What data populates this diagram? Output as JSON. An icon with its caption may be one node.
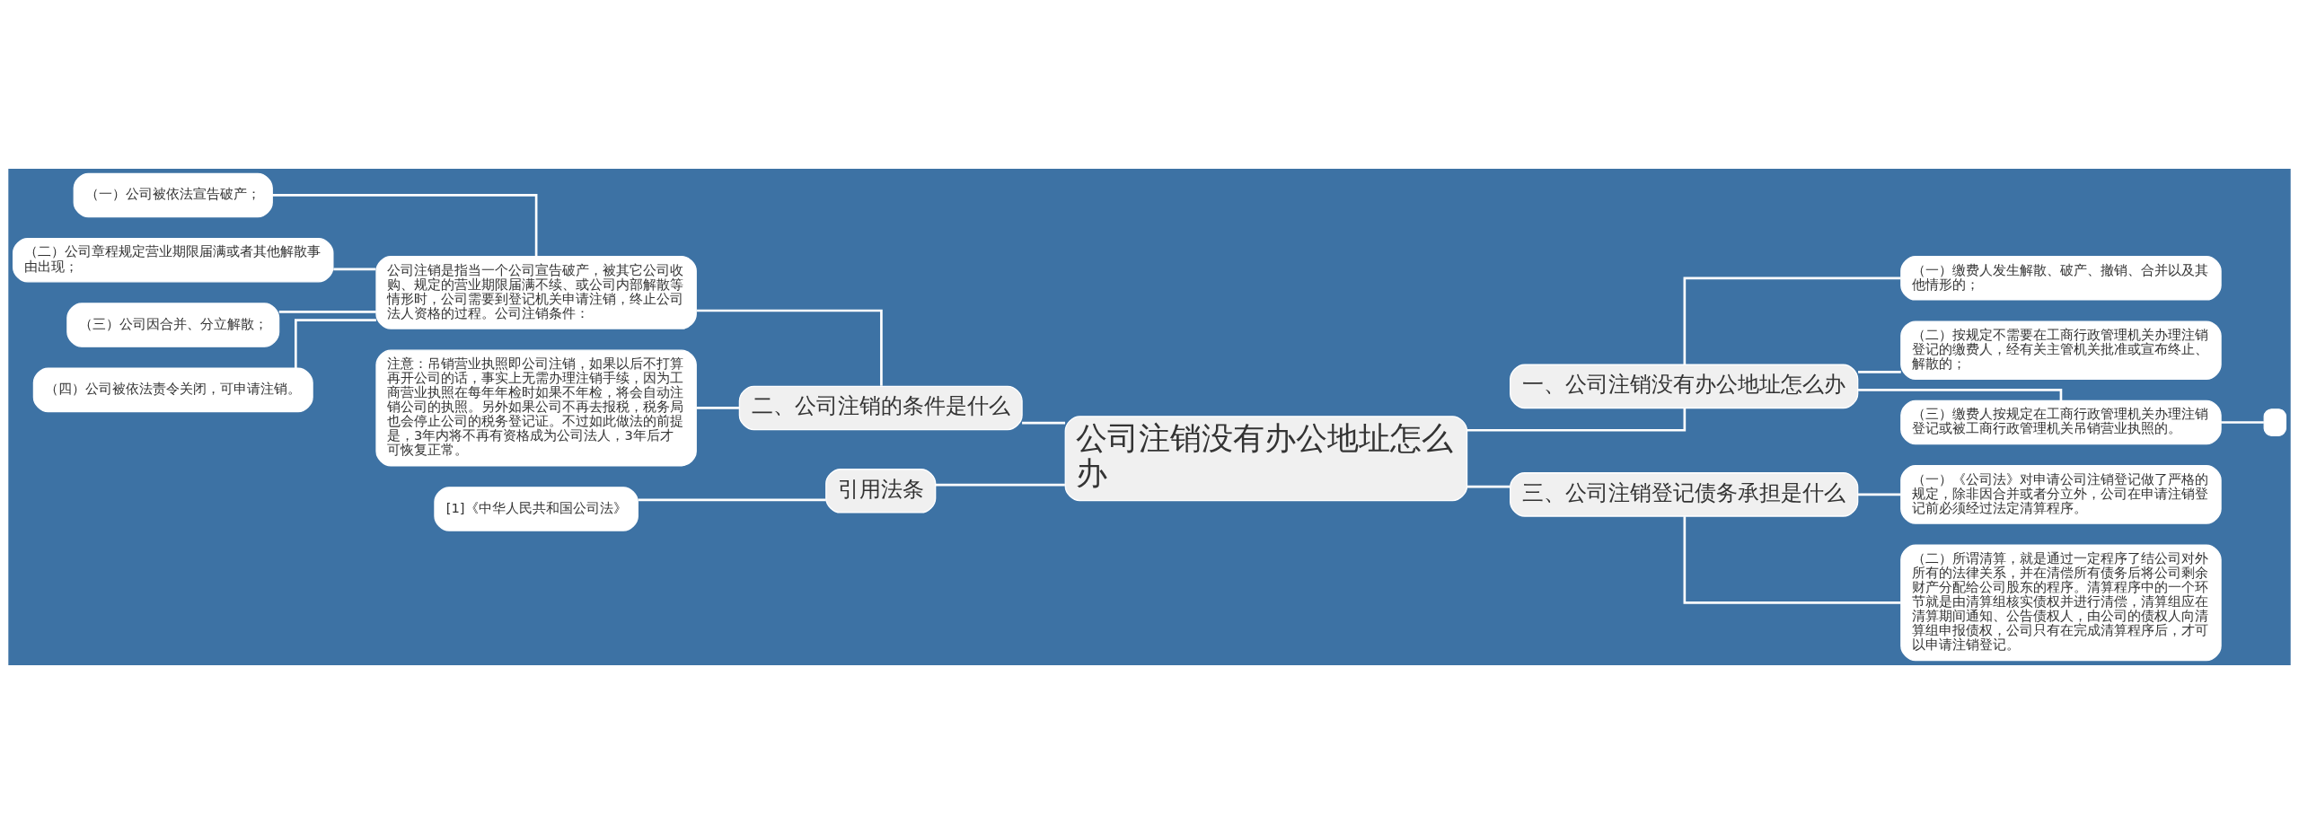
{
  "diagram": {
    "nodes": [
      {
        "text": [
          "公司注销没有办公地址怎么办"
        ]
      },
      {
        "text": [
          "一、公司注销没有办公地址怎么办"
        ]
      },
      {
        "text": [
          "（一）缴费人发生解散、破产、撤销、合并以及其他情形的；"
        ]
      },
      {
        "text": [
          "（二）按规定不需要在工商行政管理机关办理注销登记的缴费人，经有关主管机关批准或宣布终止、解散的；"
        ]
      },
      {
        "text": [
          "（三）缴费人按规定在工商行政管理机关办理注销登记或被工商行政管理机关吊销营业执照的。"
        ]
      },
      {
        "text": [],
        "shape": "box"
      },
      {
        "text": [
          "三、公司注销登记债务承担是什么"
        ]
      },
      {
        "text": [
          "（一）《公司法》对申请公司注销登记做了严格的规定，除非因合并或者分立外，公司在申请注销登记前必须经过法定清算程序。"
        ]
      },
      {
        "text": [
          "（二）所谓清算，就是通过一定程序了结公司对外所有的法律关系，并在清偿所有债务后将公司剩余财产分配给公司股东的程序。清算程序中的一个环节就是由清算组核实债权并进行清偿，清算组应在清算期间通知、公告债权人，由公司的债权人向清算组申报债权，公司只有在完成清算程序后，才可以申请注销登记。"
        ]
      },
      {
        "text": [
          "二、公司注销的条件是什么"
        ]
      },
      {
        "text": [
          "公司注销是指当一个公司宣告破产，被其它公司收购、规定的营业期限届满不续、或公司内部解散等情形时，公司需要到登记机关申请注销，终止公司法人资格的过程。公司注销条件："
        ]
      },
      {
        "text": [
          "（一）公司被依法宣告破产；"
        ]
      },
      {
        "text": [
          "（二）公司章程规定营业期限届满或者其他解散事由出现；"
        ]
      },
      {
        "text": [
          "（三）公司因合并、分立解散；"
        ]
      },
      {
        "text": [
          "（四）公司被依法责令关闭，可申请注销。"
        ]
      },
      {
        "text": [
          "注意：吊销营业执照即公司注销，如果以后不打算再开公司的话，事实上无需办理注销手续，因为工商营业执照在每年年检时如果不年检，将会自动注销公司的执照。另外如果公司不再去报税，税务局也会停止公司的税务登记证。不过如此做法的前提是，3年内将不再有资格成为公司法人，3年后才可恢复正常。"
        ]
      },
      {
        "text": [
          "引用法条"
        ]
      },
      {
        "text": [
          "[1]《中华人民共和国公司法》"
        ]
      }
    ],
    "edges": [
      {
        "from": 0,
        "to": 1,
        "arrow": "none"
      },
      {
        "from": 1,
        "to": 2,
        "arrow": "none"
      },
      {
        "from": 1,
        "to": 3,
        "arrow": "none"
      },
      {
        "from": 1,
        "to": 4,
        "arrow": "none"
      },
      {
        "from": 4,
        "to": 5,
        "arrow": "none"
      },
      {
        "from": 0,
        "to": 6,
        "arrow": "none"
      },
      {
        "from": 6,
        "to": 7,
        "arrow": "none"
      },
      {
        "from": 6,
        "to": 8,
        "arrow": "none"
      },
      {
        "from": 0,
        "to": 9,
        "arrow": "none"
      },
      {
        "from": 9,
        "to": 10,
        "arrow": "none"
      },
      {
        "from": 10,
        "to": 11,
        "arrow": "none"
      },
      {
        "from": 10,
        "to": 12,
        "arrow": "none"
      },
      {
        "from": 10,
        "to": 13,
        "arrow": "none"
      },
      {
        "from": 10,
        "to": 14,
        "arrow": "none"
      },
      {
        "from": 9,
        "to": 15,
        "arrow": "none"
      },
      {
        "from": 0,
        "to": 16,
        "arrow": "none"
      },
      {
        "from": 16,
        "to": 17,
        "arrow": "none"
      }
    ]
  }
}
